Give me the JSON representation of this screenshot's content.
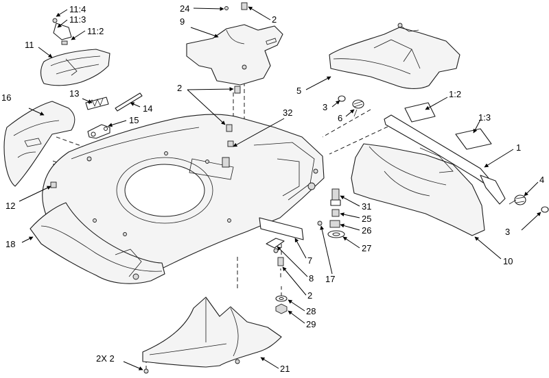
{
  "callouts": [
    {
      "label": "11:4"
    },
    {
      "label": "11:3"
    },
    {
      "label": "11:2"
    },
    {
      "label": "11"
    },
    {
      "label": "24"
    },
    {
      "label": "2"
    },
    {
      "label": "9"
    },
    {
      "label": "2"
    },
    {
      "label": "5"
    },
    {
      "label": "16"
    },
    {
      "label": "13"
    },
    {
      "label": "14"
    },
    {
      "label": "15"
    },
    {
      "label": "32"
    },
    {
      "label": "3"
    },
    {
      "label": "6"
    },
    {
      "label": "1:2"
    },
    {
      "label": "1:3"
    },
    {
      "label": "1"
    },
    {
      "label": "4"
    },
    {
      "label": "3"
    },
    {
      "label": "12"
    },
    {
      "label": "31"
    },
    {
      "label": "25"
    },
    {
      "label": "26"
    },
    {
      "label": "27"
    },
    {
      "label": "10"
    },
    {
      "label": "18"
    },
    {
      "label": "7"
    },
    {
      "label": "17"
    },
    {
      "label": "8"
    },
    {
      "label": "2"
    },
    {
      "label": "28"
    },
    {
      "label": "29"
    },
    {
      "label": "2X 2"
    },
    {
      "label": "21"
    }
  ]
}
